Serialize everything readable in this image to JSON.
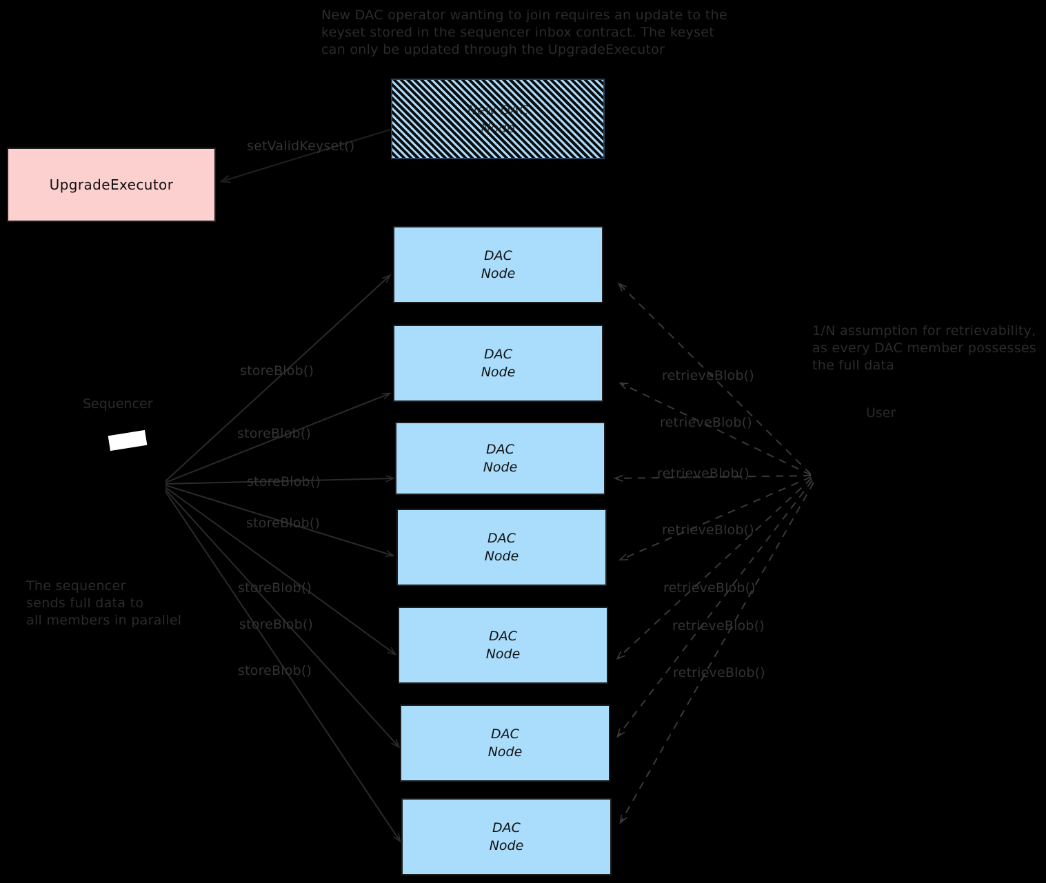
{
  "diagram": {
    "title_note": "New DAC operator wanting to join requires an update to the\nkeyset stored in the sequencer inbox contract. The keyset\ncan only be updated through the UpgradeExecutor",
    "sequencer_note": "The sequencer\nsends full data to\nall members in parallel",
    "retrievability_note": "1/N assumption for retrievability,\nas every DAC member possesses\nthe full data",
    "sequencer_label": "Sequencer",
    "user_label": "User",
    "colors": {
      "background": "#000000",
      "dac_node_fill": "#aadcfb",
      "upgrade_executor_fill": "#fcd0cf",
      "stroke": "#1d1d1d",
      "text": "#2b2b2b"
    },
    "nodes": {
      "new_dac_node": {
        "label": "New DAC\nNode"
      },
      "upgrade_executor": {
        "label": "UpgradeExecutor"
      },
      "dac_nodes": [
        {
          "label": "DAC\nNode"
        },
        {
          "label": "DAC\nNode"
        },
        {
          "label": "DAC\nNode"
        },
        {
          "label": "DAC\nNode"
        },
        {
          "label": "DAC\nNode"
        },
        {
          "label": "DAC\nNode"
        },
        {
          "label": "DAC\nNode"
        }
      ]
    },
    "edges": {
      "set_valid_keyset": "setValidKeyset()",
      "store_blob_labels": [
        "storeBlob()",
        "storeBlob()",
        "storeBlob()",
        "storeBlob()",
        "storeBlob()",
        "storeBlob()",
        "storeBlob()"
      ],
      "retrieve_blob_labels": [
        "retrieveBlob()",
        "retrieveBlob()",
        "retrieveBlob()",
        "retrieveBlob()",
        "retrieveBlob()",
        "retrieveBlob()",
        "retrieveBlob()"
      ]
    }
  }
}
